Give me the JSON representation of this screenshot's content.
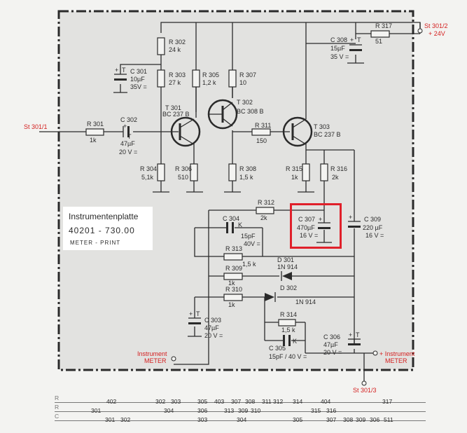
{
  "board": {
    "title": "Instrumentenplatte",
    "part_number": "40201 - 730.00",
    "subtitle": "METER - PRINT"
  },
  "terminals": {
    "input": "St 301/1",
    "supply": "St 301/2",
    "supply_voltage": "+ 24V",
    "ground": "St 301/3",
    "meter_left": "Instrument",
    "meter_left_sub": "METER",
    "meter_right": "+ Instrument",
    "meter_right_sub": "METER"
  },
  "components": {
    "R301": {
      "ref": "R 301",
      "value": "1k"
    },
    "R302": {
      "ref": "R 302",
      "value": "24 k"
    },
    "R303": {
      "ref": "R 303",
      "value": "27 k"
    },
    "R304": {
      "ref": "R 304",
      "value": "5,1k"
    },
    "R305": {
      "ref": "R 305",
      "value": "1,2 k"
    },
    "R306": {
      "ref": "R 306",
      "value": "510"
    },
    "R307": {
      "ref": "R 307",
      "value": "10"
    },
    "R308": {
      "ref": "R 308",
      "value": "1,5 k"
    },
    "R309": {
      "ref": "R 309",
      "value": "1k"
    },
    "R310": {
      "ref": "R 310",
      "value": "1k"
    },
    "R311": {
      "ref": "R 311",
      "value": "150"
    },
    "R312": {
      "ref": "R 312",
      "value": "2k"
    },
    "R313": {
      "ref": "R 313",
      "value": "1,5 k"
    },
    "R314": {
      "ref": "R 314",
      "value": "1,5 k"
    },
    "R315": {
      "ref": "R 315",
      "value": "1k"
    },
    "R316": {
      "ref": "R 316",
      "value": "2k"
    },
    "R317": {
      "ref": "R 317",
      "value": "51"
    },
    "C301": {
      "ref": "C 301",
      "value": "10µF",
      "rating": "35V ="
    },
    "C302": {
      "ref": "C 302",
      "value": "47µF",
      "rating": "20 V ="
    },
    "C303": {
      "ref": "C 303",
      "value": "47µF",
      "rating": "20 V ="
    },
    "C304": {
      "ref": "C 304",
      "value": "15pF",
      "rating": "40V ="
    },
    "C305": {
      "ref": "C 305",
      "value": "15pF / 40 V ="
    },
    "C306": {
      "ref": "C 306",
      "value": "47µF",
      "rating": "20 V ="
    },
    "C307": {
      "ref": "C 307",
      "value": "470µF",
      "rating": "16 V ="
    },
    "C308": {
      "ref": "C 308",
      "value": "15µF",
      "rating": "35 V ="
    },
    "C309": {
      "ref": "C 309",
      "value": "220 µF",
      "rating": "16 V ="
    },
    "T301": {
      "ref": "T 301",
      "type": "BC 237 B"
    },
    "T302": {
      "ref": "T 302",
      "type": "BC 308 B"
    },
    "T303": {
      "ref": "T 303",
      "type": "BC 237 B"
    },
    "D301": {
      "ref": "D 301",
      "type": "1N 914"
    },
    "D302": {
      "ref": "D 302",
      "type": "1N 914"
    }
  },
  "polarity": {
    "plus": "+",
    "T": "T",
    "K": "K"
  },
  "highlight": {
    "component": "C307",
    "color": "#e0202a"
  },
  "reference_table": {
    "rows": [
      {
        "prefix": "R",
        "entries": [
          "402",
          "302",
          "303",
          "305",
          "403",
          "307",
          "308",
          "311",
          "312",
          "314",
          "404",
          "317"
        ]
      },
      {
        "prefix": "R",
        "entries": [
          "301",
          "304",
          "306",
          "313",
          "309",
          "310",
          "315",
          "316"
        ]
      },
      {
        "prefix": "C",
        "entries": [
          "301",
          "302",
          "303",
          "304",
          "305",
          "307",
          "308",
          "309",
          "306",
          "511"
        ]
      }
    ]
  }
}
